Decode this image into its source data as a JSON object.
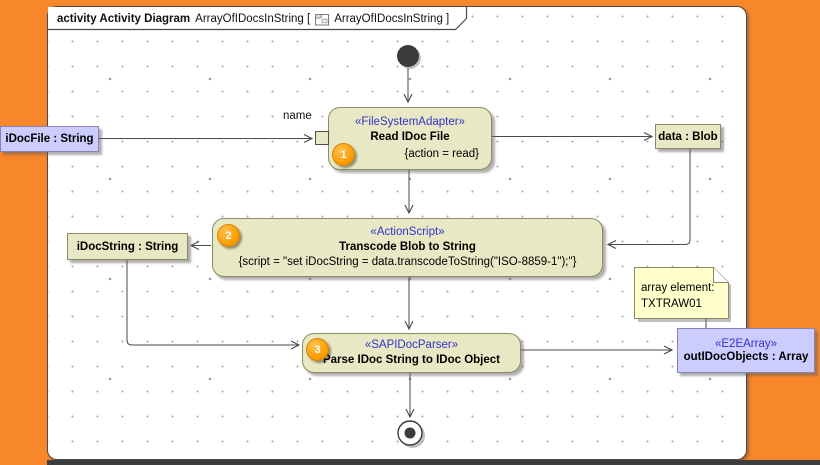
{
  "frame_title": {
    "keyword_part": "activity Activity Diagram",
    "diagram_ref": "ArrayOfIDocsInString [",
    "context_ref": "ArrayOfIDocsInString ]"
  },
  "edge_labels": {
    "name": "name"
  },
  "object_nodes": {
    "idoc_file": "iDocFile : String",
    "data_blob": "data : Blob",
    "idoc_string": "iDocString : String",
    "out_idoc_objects": {
      "stereotype": "«E2EArray»",
      "label": "outIDocObjects : Array"
    }
  },
  "actions": {
    "read_idoc_file": {
      "badge": "1",
      "stereotype": "«FileSystemAdapter»",
      "name": "Read IDoc File",
      "constraint": "{action = read}"
    },
    "transcode_blob": {
      "badge": "2",
      "stereotype": "«ActionScript»",
      "name": "Transcode Blob to String",
      "constraint": "{script = \"set iDocString = data.transcodeToString(\"ISO-8859-1\");\"}"
    },
    "parse_idoc": {
      "badge": "3",
      "stereotype": "«SAPIDocParser»",
      "name": "Parse IDoc String to IDoc Object"
    }
  },
  "note": {
    "line1": "array element:",
    "line2": "TXTRAW01"
  },
  "colors": {
    "desktop_orange": "#F8872B",
    "action_fill": "#E8E8C4",
    "action_border": "#8B8B63",
    "object_lavender": "#CCCCFF",
    "stereotype_blue": "#3333CC",
    "note_yellow": "#FFFFCC",
    "badge_orange": "#F99D00",
    "connector_gray": "#4A4A4A"
  }
}
